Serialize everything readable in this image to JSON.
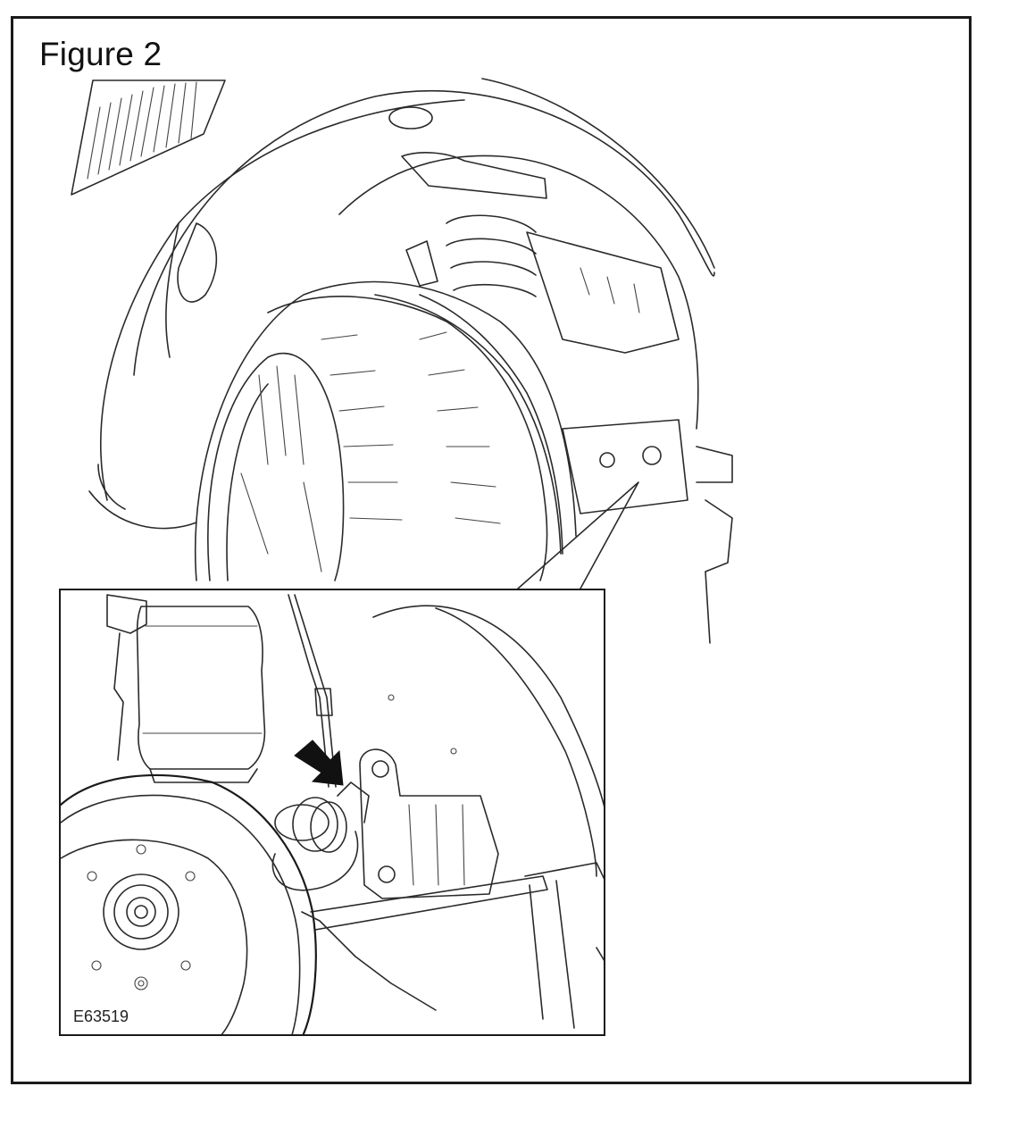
{
  "figure": {
    "title": "Figure 2",
    "image_code": "E63519"
  },
  "colors": {
    "line": "#1a1a1a",
    "background": "#ffffff",
    "arrow": "#111111"
  },
  "icons": {
    "callout_arrow": "black-arrow-pointer"
  }
}
